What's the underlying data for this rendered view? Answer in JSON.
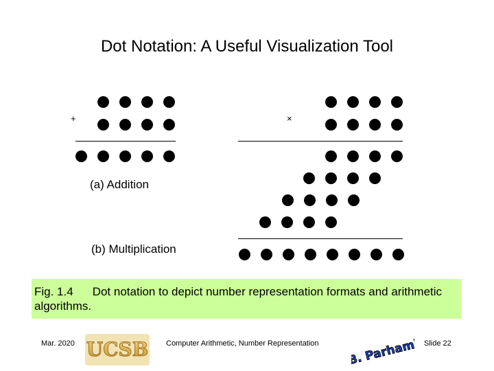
{
  "slide": {
    "title": "Dot Notation: A Useful Visualization Tool",
    "addition_operator": "+",
    "multiplication_operator": "×",
    "addition_label": "(a) Addition",
    "multiplication_label": "(b) Multiplication",
    "figure_number": "Fig. 1.4",
    "figure_caption": "Dot notation to depict number representation formats and arithmetic algorithms.",
    "caption_bg_color": "#ccff99"
  },
  "footer": {
    "date": "Mar. 2020",
    "center_text": "Computer Arithmetic, Number Representation",
    "slide_number": "Slide 22",
    "logo_ucsb_text": "UCSB",
    "logo_author_text": "B. Parhami"
  }
}
